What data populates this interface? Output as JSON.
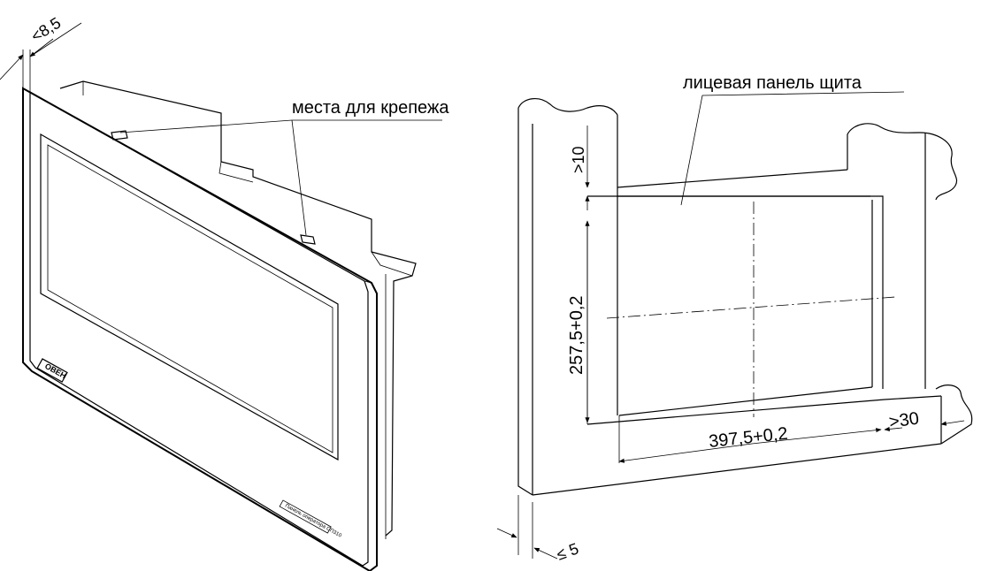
{
  "labels": {
    "mounting": "места для крепежа",
    "panel_face": "лицевая панель щита",
    "depth": "<8,5",
    "top_margin": ">10",
    "height": "257,5+0,2",
    "width": "397,5+0,2",
    "side_margin": ">30",
    "thickness": "≤ 5",
    "logo": "ОВЕН",
    "model": "Панель оператора СП310"
  },
  "colors": {
    "line": "#000000",
    "background": "#ffffff"
  }
}
